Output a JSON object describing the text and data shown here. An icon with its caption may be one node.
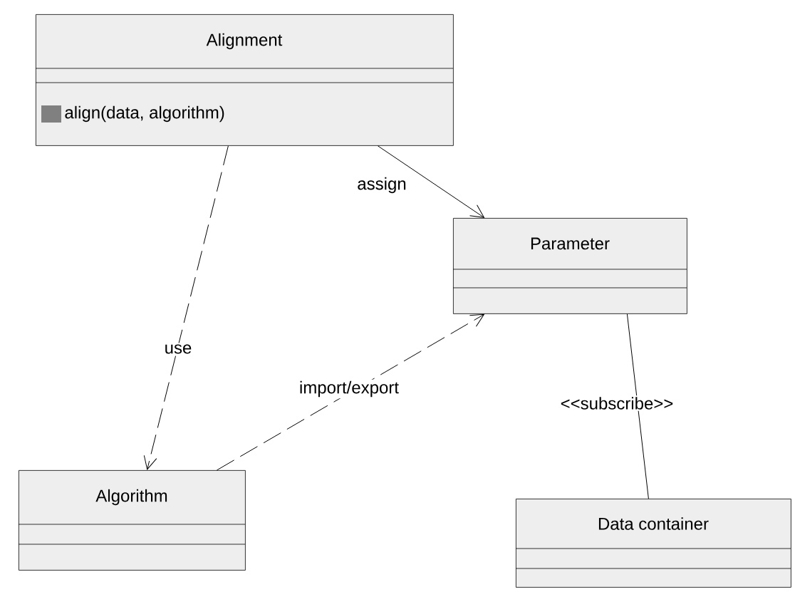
{
  "diagram": {
    "nodes": [
      {
        "text": [
          "Alignment",
          "align(data, algorithm)"
        ]
      },
      {
        "text": [
          "Parameter"
        ]
      },
      {
        "text": [
          "Algorithm"
        ]
      },
      {
        "text": [
          "Data container"
        ]
      }
    ],
    "edges": [
      {
        "from": 0,
        "to": 1,
        "arrow": "to",
        "label": "assign"
      },
      {
        "from": 0,
        "to": 2,
        "arrow": "to",
        "label": "use",
        "style": "dashed"
      },
      {
        "from": 2,
        "to": 1,
        "arrow": "to",
        "label": "import/export",
        "style": "dashed"
      },
      {
        "from": 1,
        "to": 3,
        "arrow": "none",
        "label": "<<subscribe>>"
      }
    ]
  }
}
